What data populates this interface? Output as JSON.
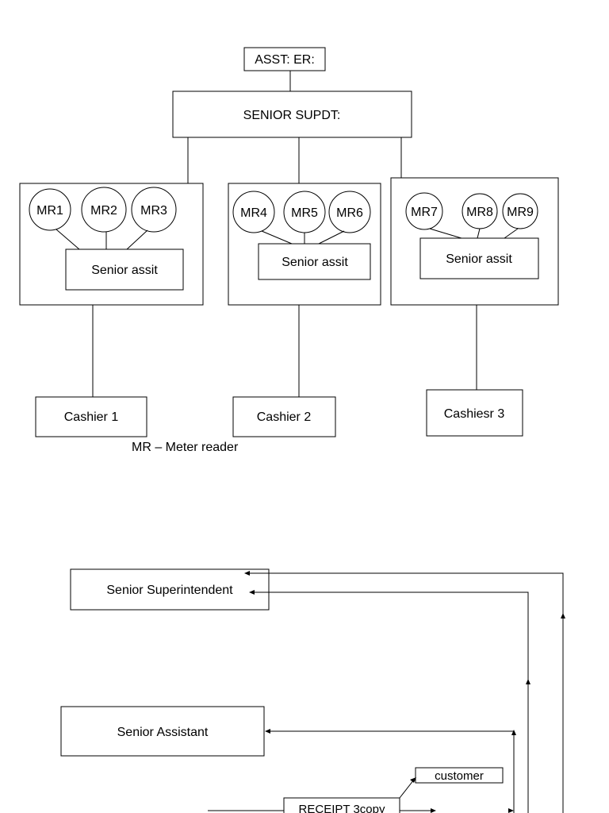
{
  "org_chart": {
    "top": "ASST: ER:",
    "senior": "SENIOR SUPDT:",
    "groups": [
      {
        "readers": [
          "MR1",
          "MR2",
          "MR3"
        ],
        "assistant": "Senior assit",
        "cashier": "Cashier 1"
      },
      {
        "readers": [
          "MR4",
          "MR5",
          "MR6"
        ],
        "assistant": "Senior assit",
        "cashier": "Cashier 2"
      },
      {
        "readers": [
          "MR7",
          "MR8",
          "MR9"
        ],
        "assistant": "Senior assit",
        "cashier": "Cashiesr 3"
      }
    ],
    "legend": "MR – Meter reader"
  },
  "flow_chart": {
    "superintendent": "Senior Superintendent",
    "assistant": "Senior Assistant",
    "customer": "customer",
    "receipt": "RECEIPT 3copy"
  }
}
